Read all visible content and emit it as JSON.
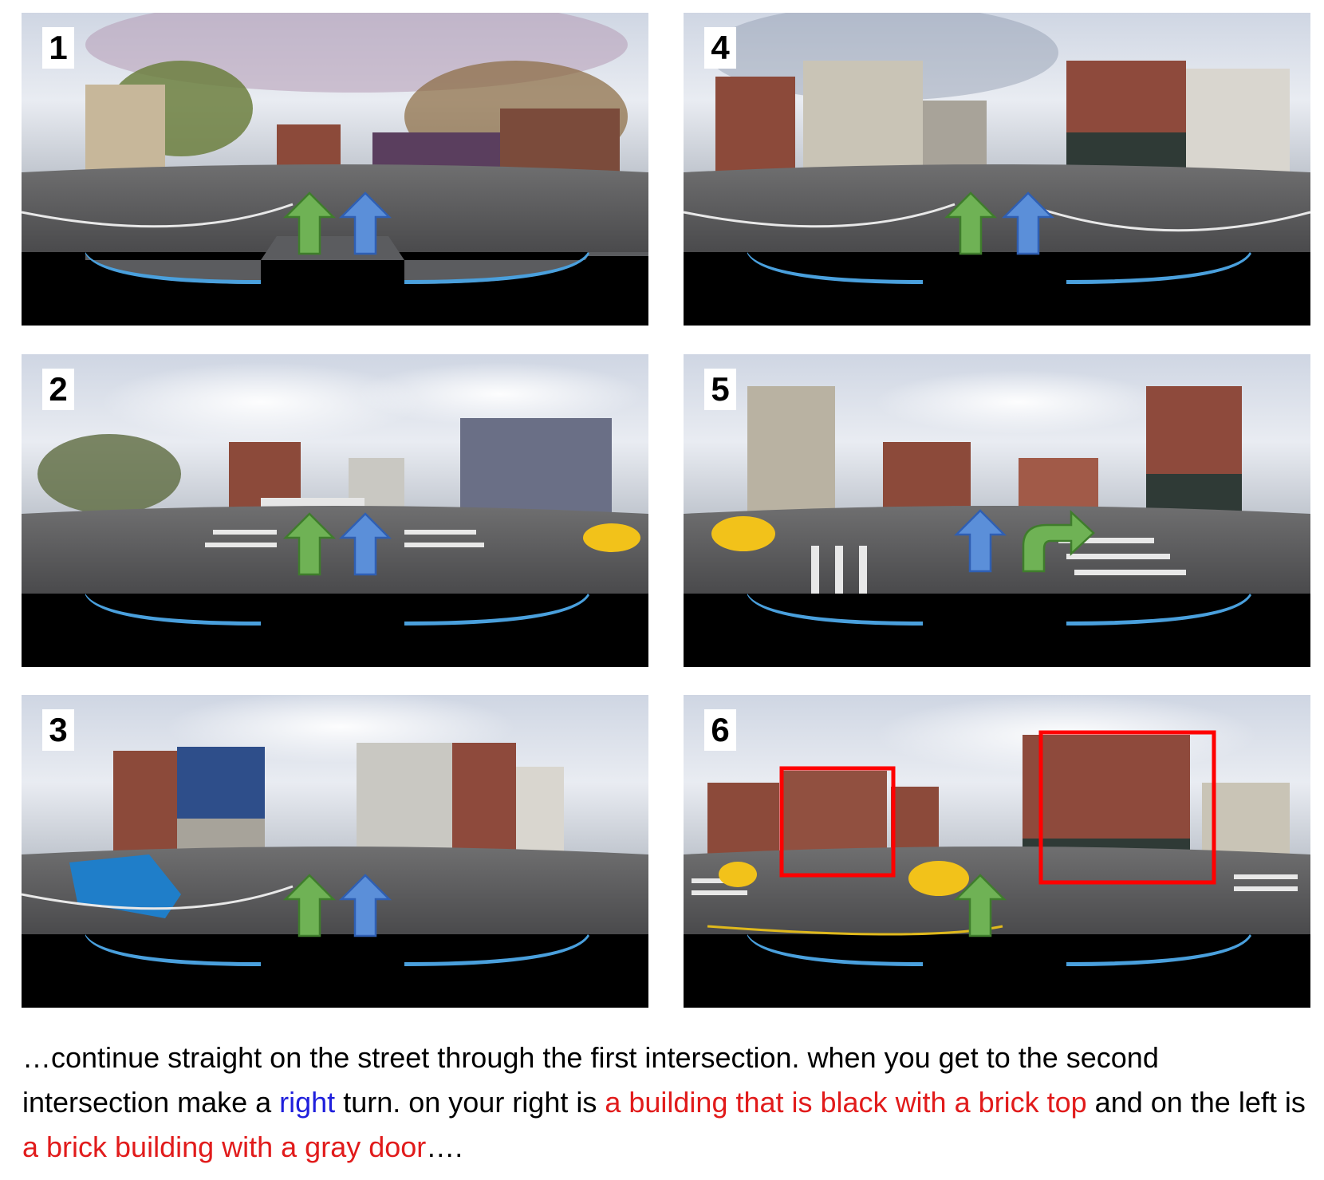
{
  "panels": [
    {
      "number": "1"
    },
    {
      "number": "2"
    },
    {
      "number": "3"
    },
    {
      "number": "4"
    },
    {
      "number": "5"
    },
    {
      "number": "6"
    }
  ],
  "colors": {
    "green_arrow": "#6fb255",
    "green_arrow_border": "#3f7d2c",
    "blue_arrow": "#5b8fd9",
    "blue_arrow_border": "#2f5fb3",
    "highlight_box": "#ff0000",
    "caption_blue": "#1f1fdc",
    "caption_red": "#e11b1b"
  },
  "caption": {
    "t1": "…continue straight on the street through the first intersection. when you get to the second intersection make a ",
    "t2": "right",
    "t3": " turn. on your right is ",
    "t4": "a building that is black with a brick top",
    "t5": " and on the left is ",
    "t6": "a brick building with a gray door",
    "t7": "…."
  }
}
